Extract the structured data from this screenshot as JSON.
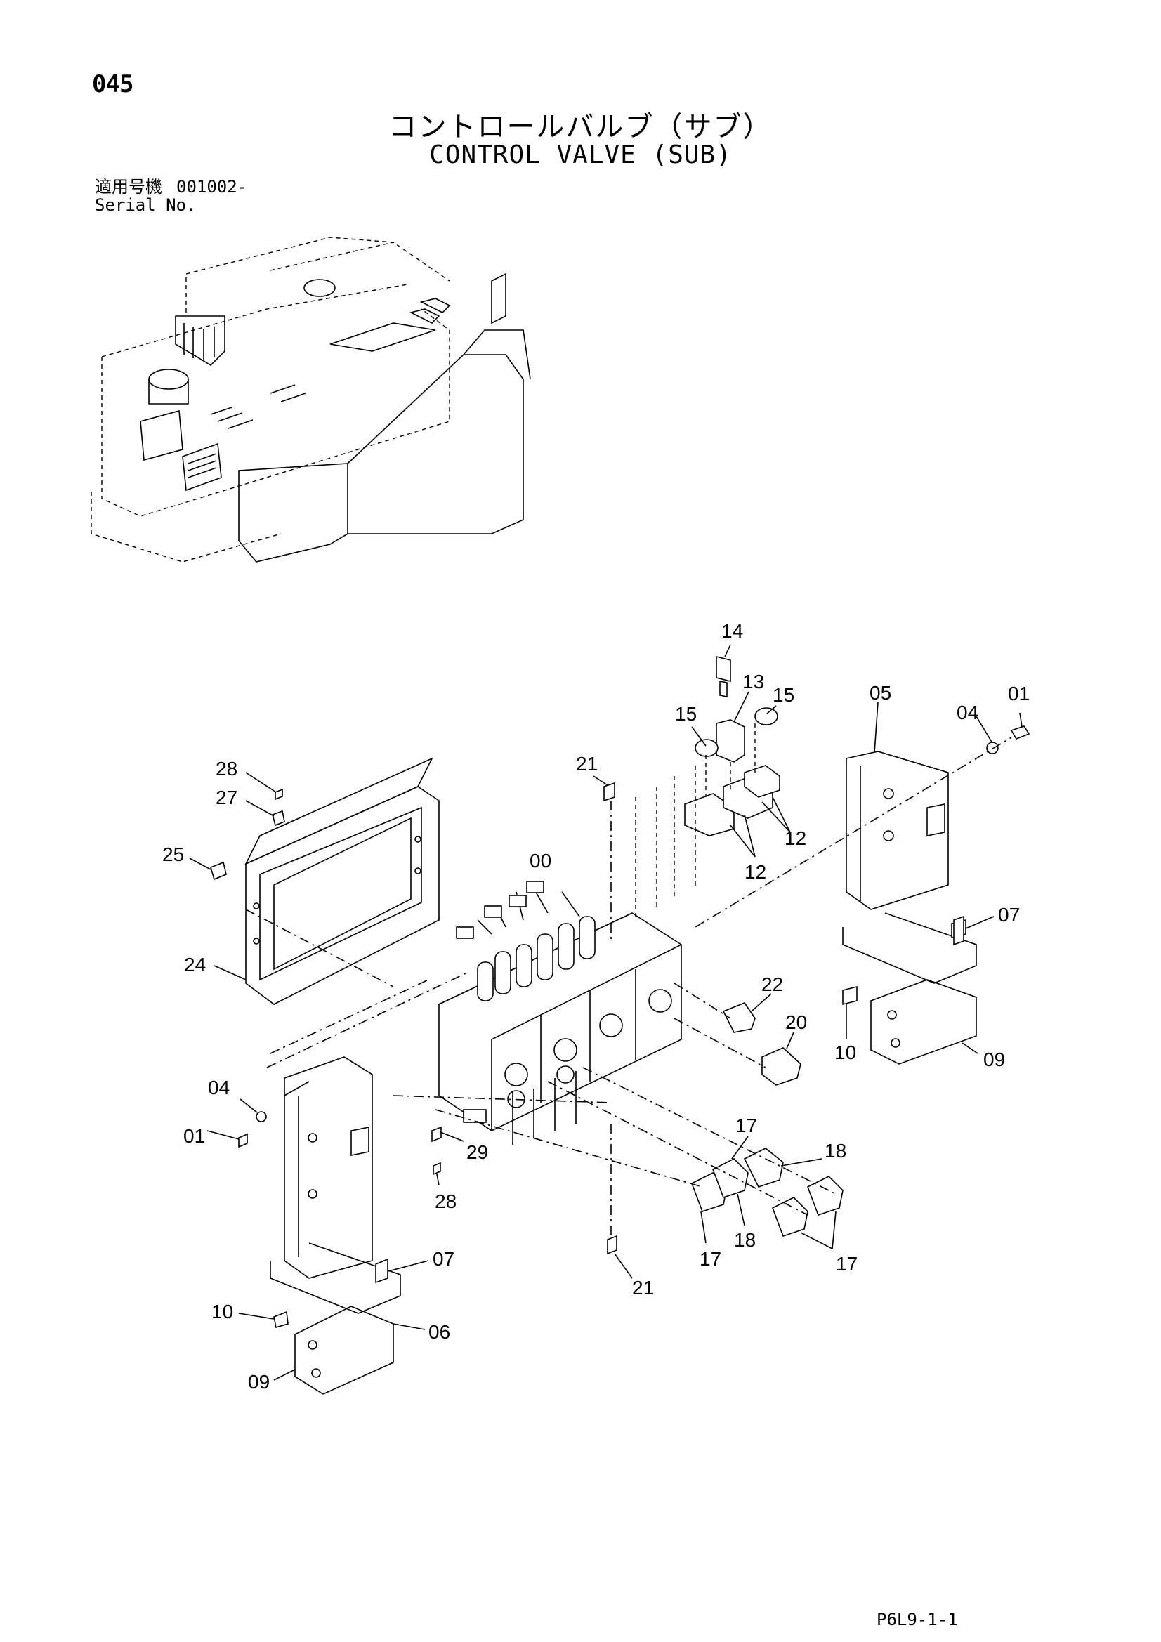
{
  "header": {
    "page_number": "045",
    "title_jp": "コントロールバルブ（サブ）",
    "title_en": "CONTROL VALVE (SUB)",
    "serial_label_jp": "適用号機",
    "serial_value": "001002-",
    "serial_label_en": "Serial No."
  },
  "callouts": {
    "c14": "14",
    "c13": "13",
    "c15a": "15",
    "c15b": "15",
    "c05": "05",
    "c04a": "04",
    "c01a": "01",
    "c21a": "21",
    "c28a": "28",
    "c27": "27",
    "c12a": "12",
    "c12b": "12",
    "c25": "25",
    "c00": "00",
    "c07a": "07",
    "c24": "24",
    "c22": "22",
    "c20": "20",
    "c10a": "10",
    "c09a": "09",
    "c04b": "04",
    "c01b": "01",
    "c29": "29",
    "c28b": "28",
    "c17a": "17",
    "c18a": "18",
    "c17b": "17",
    "c18b": "18",
    "c17c": "17",
    "c21b": "21",
    "c07b": "07",
    "c10b": "10",
    "c06": "06",
    "c09b": "09"
  },
  "footer": {
    "code": "P6L9-1-1"
  }
}
